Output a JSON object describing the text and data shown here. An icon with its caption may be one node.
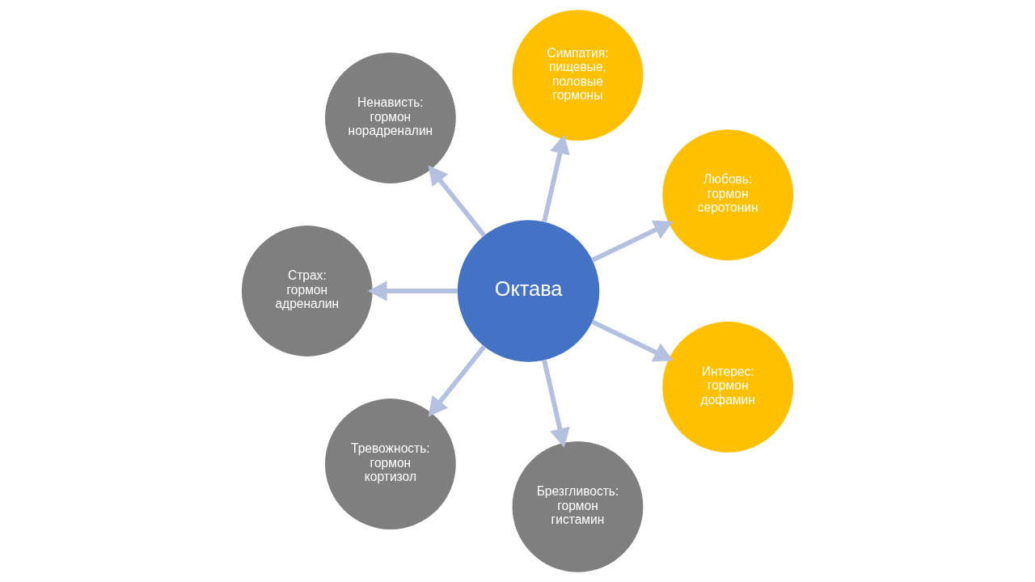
{
  "diagram": {
    "nodes": [
      {
        "text": [
          "Октава"
        ]
      },
      {
        "text": [
          "Любовь: гормон серотонин"
        ]
      },
      {
        "text": [
          "Симпатия: пищевые, половые гормоны"
        ]
      },
      {
        "text": [
          "Ненависть: гормон норадреналин"
        ]
      },
      {
        "text": [
          "Страх: гормон адреналин"
        ]
      },
      {
        "text": [
          "Тревожность: гормон кортизол"
        ]
      },
      {
        "text": [
          "Брезгливость: гормон гистамин"
        ]
      },
      {
        "text": [
          "Интерес: гормон дофамин"
        ]
      }
    ],
    "edges": [
      {
        "from": 0,
        "to": 1,
        "arrow": "to"
      },
      {
        "from": 0,
        "to": 2,
        "arrow": "to"
      },
      {
        "from": 0,
        "to": 3,
        "arrow": "to"
      },
      {
        "from": 0,
        "to": 4,
        "arrow": "to"
      },
      {
        "from": 0,
        "to": 5,
        "arrow": "to"
      },
      {
        "from": 0,
        "to": 6,
        "arrow": "to"
      },
      {
        "from": 0,
        "to": 7,
        "arrow": "to"
      }
    ]
  }
}
